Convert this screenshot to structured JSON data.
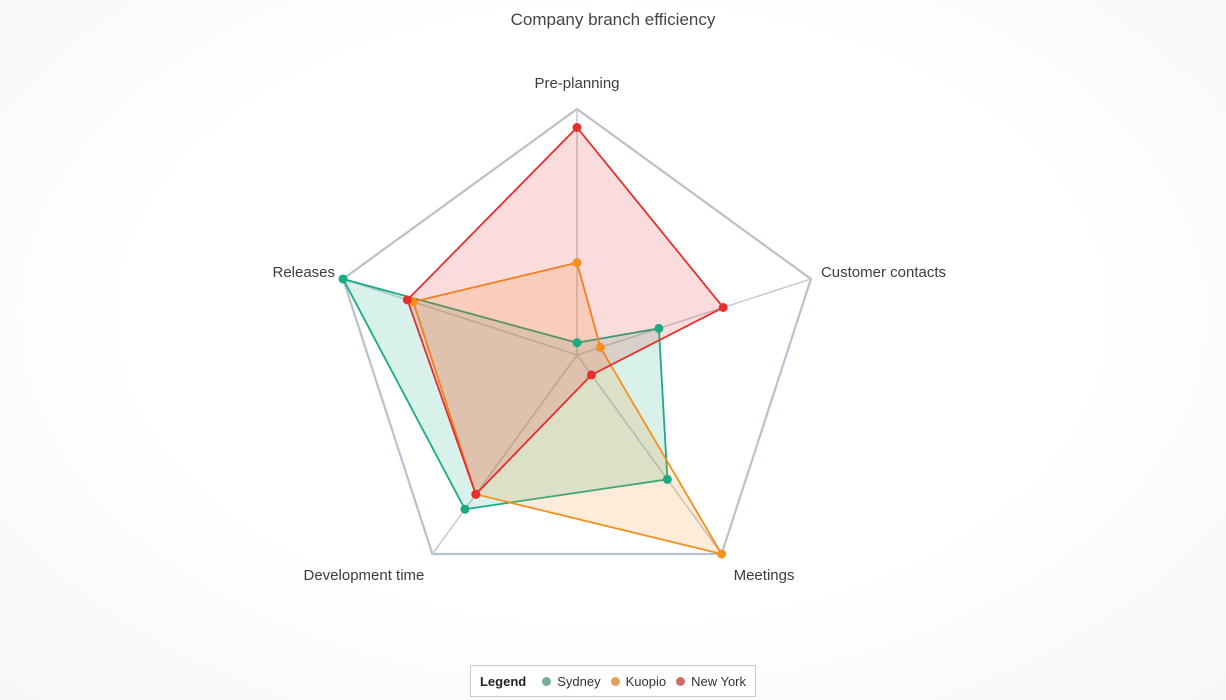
{
  "chart_data": {
    "type": "radar",
    "title": "Company branch efficiency",
    "axes": [
      "Pre-planning",
      "Customer contacts",
      "Meetings",
      "Development time",
      "Releases"
    ],
    "max": 4,
    "rings": 4,
    "grid": true,
    "series": [
      {
        "name": "Sydney",
        "color": "#1aab84",
        "marker_color": "#1aab84",
        "legend_color": "#72b095",
        "values": [
          0.2,
          1.4,
          2.5,
          3.1,
          4.0
        ]
      },
      {
        "name": "Kuopio",
        "color": "#f5901e",
        "marker_color": "#f5901e",
        "legend_color": "#e0a15e",
        "values": [
          1.5,
          0.4,
          4.0,
          2.8,
          2.8
        ]
      },
      {
        "name": "New York",
        "color": "#e53030",
        "marker_color": "#e53030",
        "legend_color": "#d06a67",
        "values": [
          3.7,
          2.5,
          0.4,
          2.8,
          2.9
        ]
      }
    ]
  },
  "legend": {
    "title": "Legend",
    "placement": "bottom-center"
  }
}
